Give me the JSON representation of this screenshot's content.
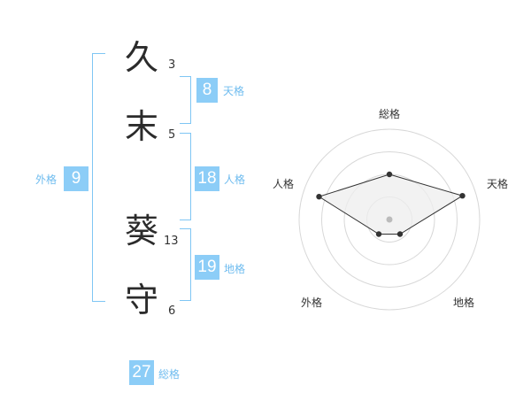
{
  "name": {
    "characters": [
      {
        "char": "久",
        "strokes": "3"
      },
      {
        "char": "末",
        "strokes": "5"
      },
      {
        "char": "葵",
        "strokes": "13"
      },
      {
        "char": "守",
        "strokes": "6"
      }
    ]
  },
  "scores": {
    "tenkaku": {
      "value": "8",
      "label": "天格"
    },
    "jinkaku": {
      "value": "18",
      "label": "人格"
    },
    "chikaku": {
      "value": "19",
      "label": "地格"
    },
    "gaikaku": {
      "value": "9",
      "label": "外格"
    },
    "soukaku": {
      "value": "27",
      "label": "総格"
    }
  },
  "radar": {
    "labels": {
      "top": "総格",
      "right": "天格",
      "bottom_right": "地格",
      "bottom_left": "外格",
      "left": "人格"
    },
    "levels": 4,
    "values": {
      "soukaku": 0.5,
      "tenkaku": 0.85,
      "chikaku": 0.2,
      "gaikaku": 0.2,
      "jinkaku": 0.82
    },
    "colors": {
      "fill": "#eeeeee",
      "line": "#333333",
      "grid": "#d8d8d8",
      "center": "#bbbbbb"
    }
  }
}
